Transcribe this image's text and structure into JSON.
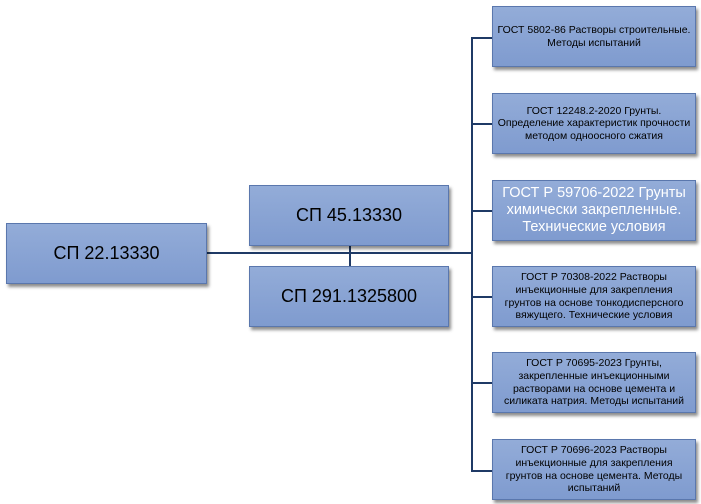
{
  "diagram": {
    "root": "СП 22.13330",
    "middle": [
      "СП 45.13330",
      "СП 291.1325800"
    ],
    "gost": [
      "ГОСТ 5802-86 Растворы строительные. Методы испытаний",
      "ГОСТ 12248.2-2020 Грунты. Определение характеристик прочности методом одноосного сжатия",
      "ГОСТ Р 59706-2022 Грунты химически закрепленные. Технические условия",
      "ГОСТ Р 70308-2022 Растворы инъекционные для закрепления грунтов на основе тонкодисперсного вяжущего. Технические условия",
      "ГОСТ Р 70695-2023 Грунты, закрепленные инъекционными растворами на основе цемента и силиката натрия. Методы испытаний",
      "ГОСТ Р 70696-2023 Растворы инъекционные для закрепления грунтов на основе цемента. Методы испытаний"
    ],
    "colors": {
      "box_top": "#93acd8",
      "box_bottom": "#7f9bcf",
      "box_border": "#5a77ad",
      "connector": "#1f3a66",
      "highlight_text": "#ffffff"
    }
  }
}
